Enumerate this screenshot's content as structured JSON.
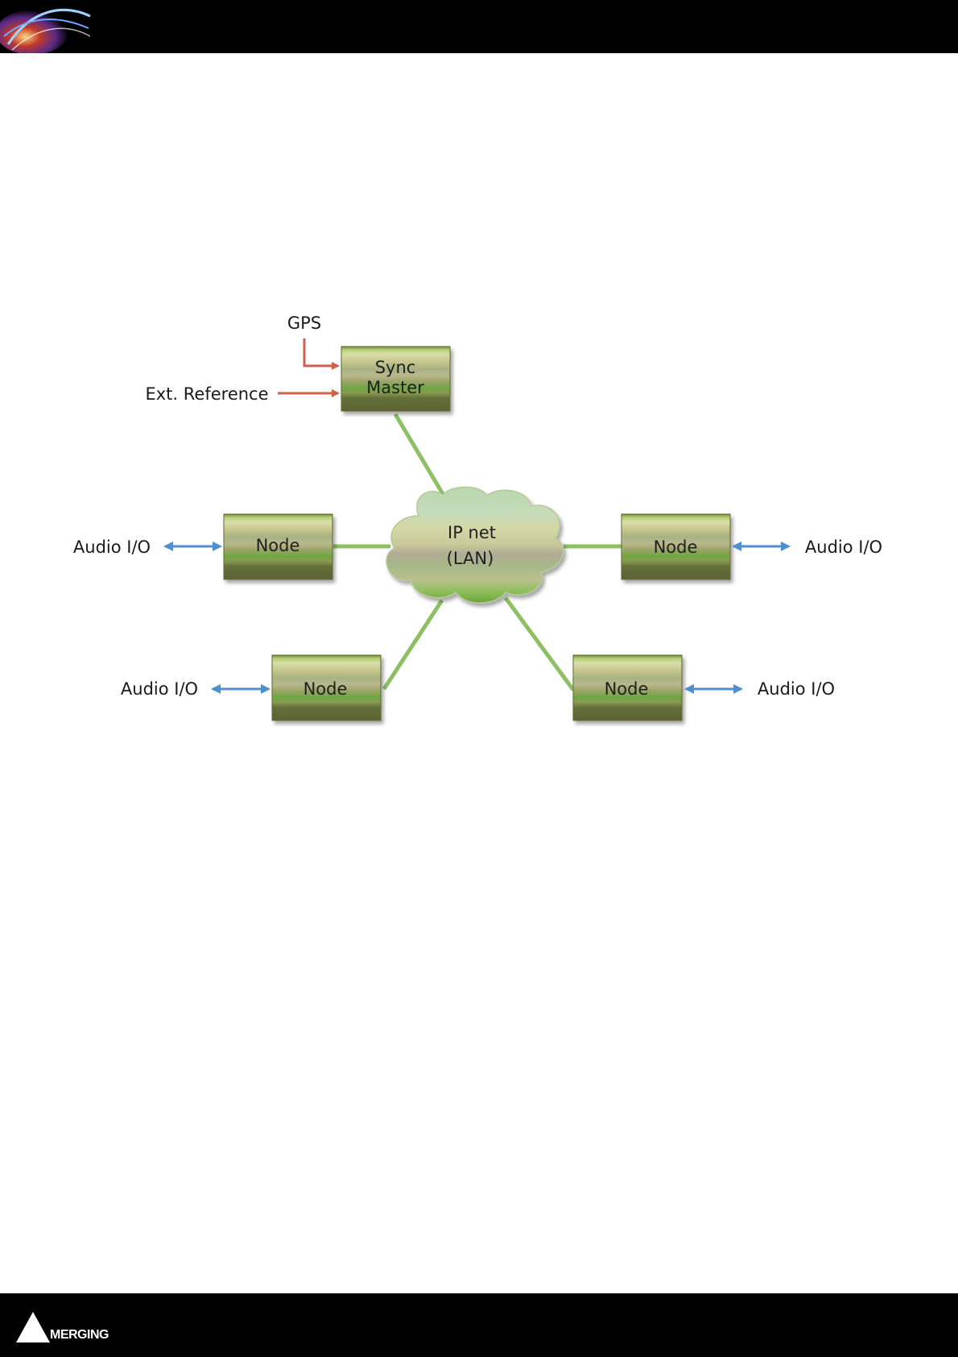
{
  "diagram": {
    "sync_master": {
      "line1": "Sync",
      "line2": "Master"
    },
    "inputs": {
      "gps": "GPS",
      "ext_reference": "Ext. Reference"
    },
    "cloud": {
      "line1": "IP net",
      "line2": "(LAN)"
    },
    "node_label": "Node",
    "audio_io_label": "Audio I/O",
    "nodes": [
      {
        "label": "Node",
        "io": "Audio I/O"
      },
      {
        "label": "Node",
        "io": "Audio I/O"
      },
      {
        "label": "Node",
        "io": "Audio I/O"
      },
      {
        "label": "Node",
        "io": "Audio I/O"
      }
    ]
  },
  "colors": {
    "link": "#8cc063",
    "sync_arrow": "#d0624d",
    "audio_arrow": "#4e8fd0"
  },
  "footer": {
    "brand": "MERGING"
  }
}
